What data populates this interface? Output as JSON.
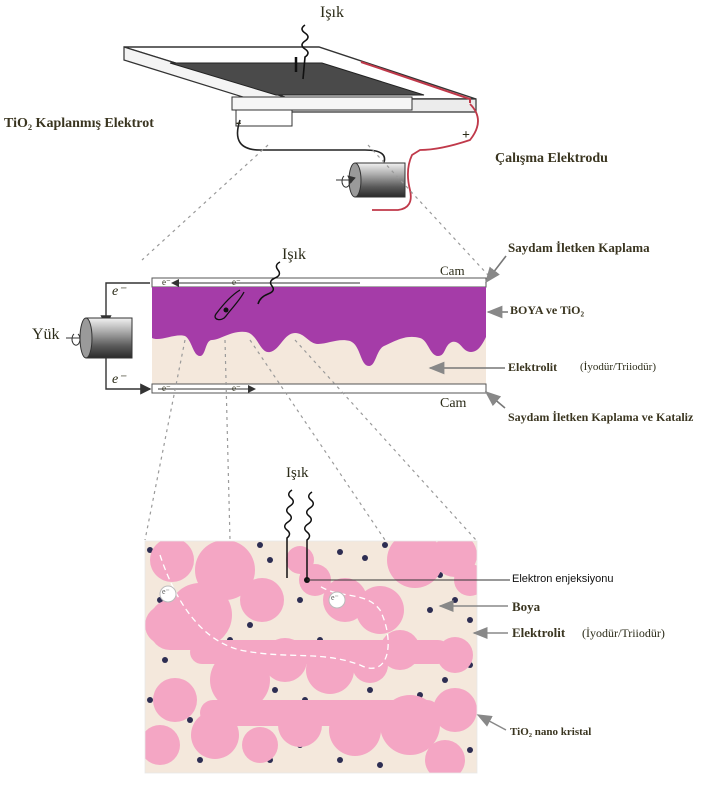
{
  "top": {
    "light_label": "Işık",
    "electrode_label": "TiO₂ Kaplanmış Elektrot",
    "working_label": "Çalışma Elektrodu",
    "minus": "-",
    "plus": "+"
  },
  "cell": {
    "light_label": "Işık",
    "load_label": "Yük",
    "glass_top": "Cam",
    "glass_bottom": "Cam",
    "tco_label": "Saydam İletken Kaplama",
    "dye_label": "BOYA ve TiO₂",
    "electrolyte_label": "Elektrolit",
    "electrolyte_note": "(İyodür/Triiodür)",
    "catalyst_label": "Saydam İletken Kaplama ve Kataliz",
    "e_left_top": "e⁻",
    "e_left_bottom": "e⁻",
    "e_small": "e⁻"
  },
  "micro": {
    "light_label": "Işık",
    "injection_label": "Elektron enjeksiyonu",
    "dye_label": "Boya",
    "electrolyte_label": "Elektrolit",
    "electrolyte_note": "(İyodür/Triiodür)",
    "tio2_label": "TiO₂ nano kristal",
    "e1": "e⁻",
    "e2": "e⁻"
  }
}
